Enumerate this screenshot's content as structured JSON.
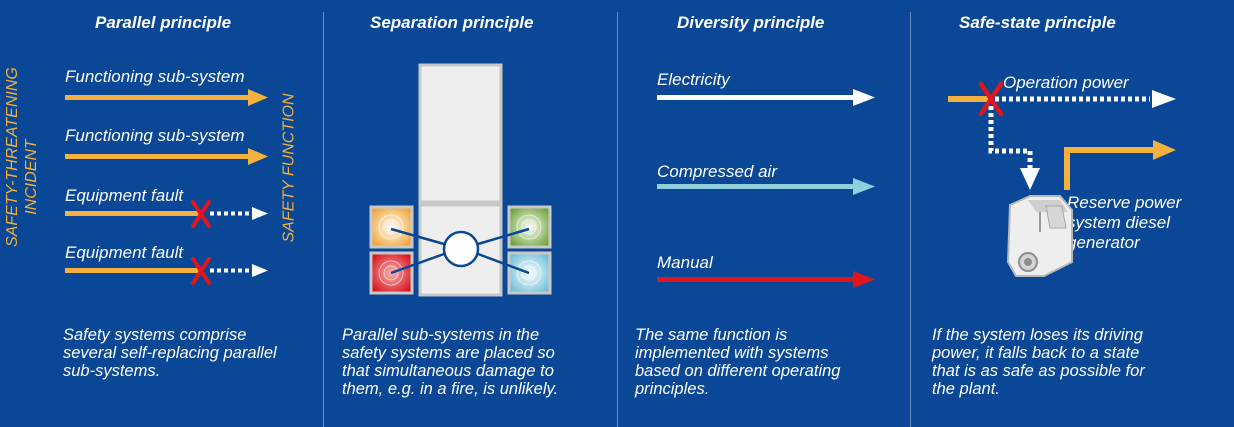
{
  "panels": [
    {
      "title": "Parallel principle",
      "left_label": [
        "SAFETY-THREATENING",
        "INCIDENT"
      ],
      "right_label": "SAFETY FUNCTION",
      "rows": [
        "Functioning sub-system",
        "Functioning sub-system",
        "Equipment fault",
        "Equipment fault"
      ],
      "caption": [
        "Safety systems comprise",
        "several self-replacing parallel",
        "sub-systems."
      ]
    },
    {
      "title": "Separation principle",
      "caption": [
        "Parallel sub-systems in the",
        "safety systems are placed so",
        "that simultaneous damage to",
        "them, e.g. in a fire, is unlikely."
      ]
    },
    {
      "title": "Diversity principle",
      "rows": [
        "Electricity",
        "Compressed air",
        "Manual"
      ],
      "caption": [
        "The same function is",
        "implemented with systems",
        "based on different operating",
        "principles."
      ]
    },
    {
      "title": "Safe-state principle",
      "operation_label": "Operation power",
      "reserve_label": [
        "Reserve power",
        "system diesel",
        "generator"
      ],
      "caption": [
        "If the system loses its driving",
        "power, it falls back to a state",
        "that is as safe as possible for",
        "the plant."
      ]
    }
  ],
  "colors": {
    "background": "#0a4796",
    "orange": "#f5b13d",
    "white": "#ffffff",
    "light_blue": "#8fd0de",
    "red": "#e0151e",
    "divider": "#6f8fc4"
  },
  "icons": [
    "cross-mark-icon",
    "arrow-right-icon",
    "diesel-generator-icon",
    "hub-circle-icon"
  ]
}
